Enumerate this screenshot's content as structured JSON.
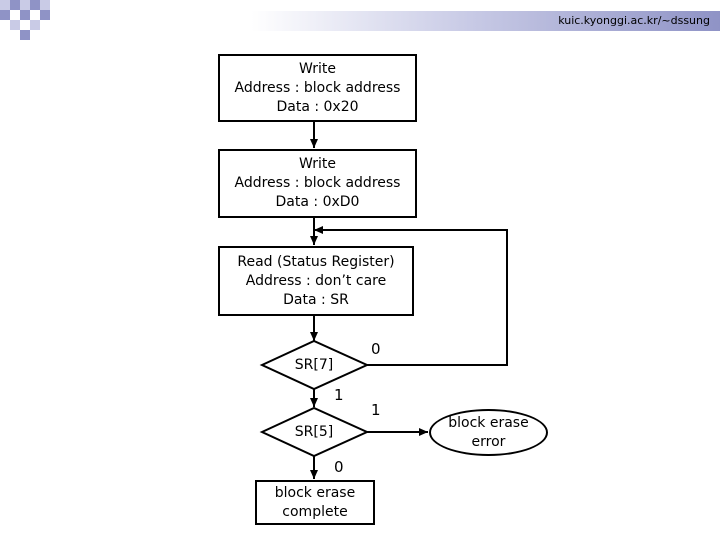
{
  "header": {
    "url": "kuic.kyonggi.ac.kr/~dssung"
  },
  "colors": {
    "header_gradient_end": "#8f93c6",
    "square_dark": "#8f93c6",
    "square_light": "#c9cbe6"
  },
  "flowchart": {
    "box1": {
      "line1": "Write",
      "line2": "Address : block address",
      "line3": "Data : 0x20"
    },
    "box2": {
      "line1": "Write",
      "line2": "Address : block address",
      "line3": "Data : 0xD0"
    },
    "box3": {
      "line1": "Read (Status Register)",
      "line2": "Address : don’t care",
      "line3": "Data : SR"
    },
    "decision1": {
      "label": "SR[7]"
    },
    "decision2": {
      "label": "SR[5]"
    },
    "complete": {
      "line1": "block erase",
      "line2": "complete"
    },
    "error": {
      "line1": "block erase",
      "line2": "error"
    },
    "edge_labels": {
      "sr7_zero": "0",
      "sr7_one": "1",
      "sr5_one": "1",
      "sr5_zero": "0"
    }
  }
}
